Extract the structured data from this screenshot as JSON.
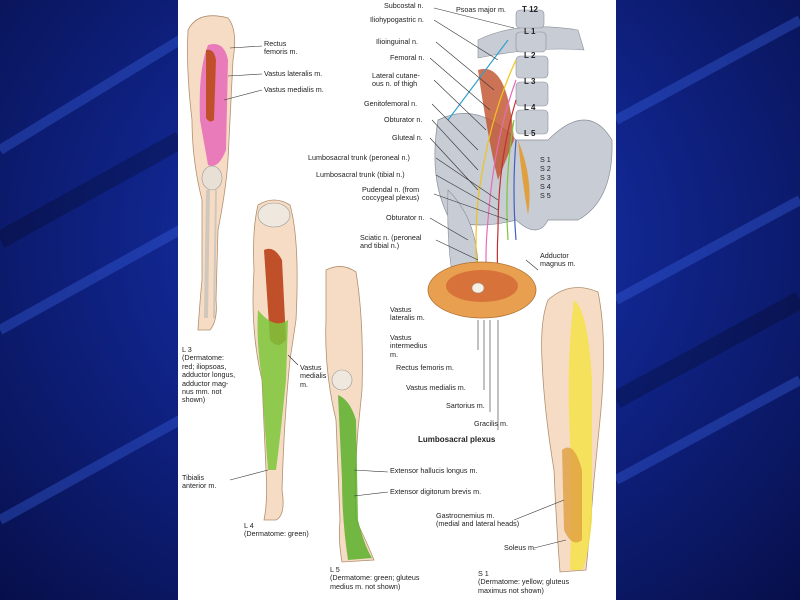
{
  "labels": {
    "rectus_femoris": "Rectus\nfemoris m.",
    "vastus_lateralis_top": "Vastus lateralis m.",
    "vastus_medialis_top": "Vastus medialis m.",
    "l3_caption": "L 3\n(Dermatome:\nred; iliopsoas,\nadductor longus,\nadductor mag-\nnus mm. not\nshown)",
    "vastus_medialis_mid": "Vastus\nmedialis\nm.",
    "tibialis_anterior": "Tibialis\nanterior m.",
    "l4_caption": "L 4\n(Dermatome: green)",
    "l5_caption": "L 5\n(Dermatome: green; gluteus\nmedius m. not shown)",
    "extensor_hallucis": "Extensor hallucis longus m.",
    "extensor_digitorum": "Extensor digitorum brevis m.",
    "subcostal": "Subcostal n.",
    "iliohypogastric": "Iliohypogastric n.",
    "ilioinguinal": "Ilioinguinal n.",
    "femoral": "Femoral n.",
    "lateral_cutaneous": "Lateral cutane-\nous n. of thigh",
    "genitofemoral": "Genitofemoral n.",
    "obturator_1": "Obturator n.",
    "gluteal": "Gluteal n.",
    "lumbosacral_peroneal": "Lumbosacral trunk (peroneal n.)",
    "lumbosacral_tibial": "Lumbosacral trunk (tibial n.)",
    "pudendal": "Pudendal n. (from\ncoccygeal plexus)",
    "obturator_2": "Obturator n.",
    "sciatic": "Sciatic n. (peroneal\nand tibial n.)",
    "psoas_major": "Psoas major m.",
    "t12": "T 12",
    "l1": "L 1",
    "l2": "L 2",
    "l3": "L 3",
    "l4": "L 4",
    "l5": "L 5",
    "s1": "S 1",
    "s2": "S 2",
    "s3": "S 3",
    "s4": "S 4",
    "s5": "S 5",
    "adductor_magnus": "Adductor\nmagnus m.",
    "vastus_lateralis_sec": "Vastus\nlateralis m.",
    "vastus_intermedius": "Vastus\nintermedius\nm.",
    "rectus_femoris_sec": "Rectus femoris m.",
    "vastus_medialis_sec": "Vastus medialis m.",
    "sartorius": "Sartorius m.",
    "gracilis": "Gracilis m.",
    "lumbosacral_plexus": "Lumbosacral plexus",
    "gastrocnemius": "Gastrocnemius m.\n(medial and lateral heads)",
    "soleus": "Soleus m.",
    "s1_caption": "S 1\n(Dermatome: yellow; gluteus\nmaximus not shown)"
  },
  "colors": {
    "background": "#10248a",
    "panel": "#ffffff",
    "skin": "#f6dcc4",
    "muscle_red": "#c0502a",
    "dermatome_pink": "#e86ab8",
    "dermatome_green": "#7cc63a",
    "dermatome_yellow": "#f4e24a",
    "bone": "#c8ccd4",
    "nerve_yellow": "#f2c21a"
  }
}
